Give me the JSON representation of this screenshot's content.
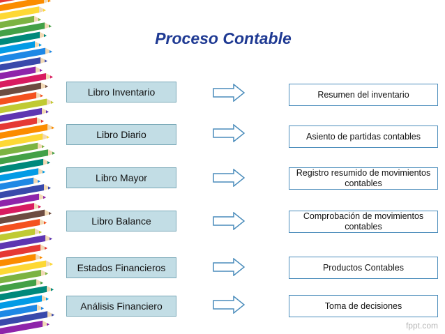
{
  "slide": {
    "title": "Proceso Contable",
    "rows": [
      {
        "left": "Libro Inventario",
        "right": "Resumen del inventario"
      },
      {
        "left": "Libro Diario",
        "right": "Asiento de partidas contables"
      },
      {
        "left": "Libro Mayor",
        "right": "Registro resumido de movimientos contables"
      },
      {
        "left": "Libro Balance",
        "right": "Comprobación de movimientos contables"
      },
      {
        "left": "Estados Financieros",
        "right": "Productos Contables"
      },
      {
        "left": "Análisis Financiero",
        "right": "Toma de decisiones"
      }
    ]
  },
  "watermark": "fppt.com",
  "colors": {
    "title": "#1f3a93",
    "left_box_fill": "#c2dde5",
    "left_box_border": "#7aa9b8",
    "right_box_border": "#4a8cbb",
    "arrow_border": "#4a8cbb"
  }
}
